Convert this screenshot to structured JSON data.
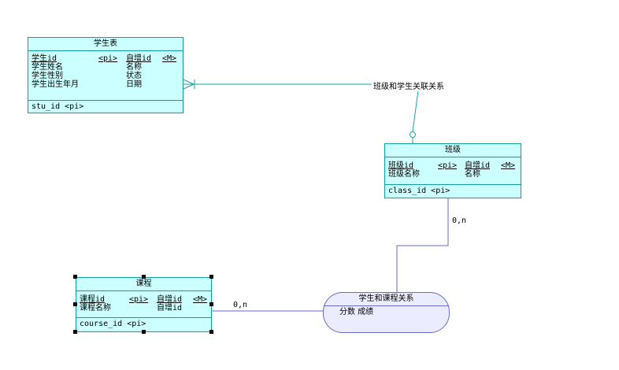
{
  "colors": {
    "entity_fill": "#ccffff",
    "entity_border": "#0e9e9e",
    "relation_fill": "#ececff",
    "relation_border": "#6a6ac8",
    "link_teal": "#1aa3a3",
    "link_blue": "#6a6ac8"
  },
  "student": {
    "title": "学生表",
    "rows": [
      {
        "a": "学生id",
        "b": "<pi>",
        "c": "自增id",
        "d": "<M>"
      },
      {
        "a": "学生姓名",
        "b": "",
        "c": "名称",
        "d": ""
      },
      {
        "a": "学生性别",
        "b": "",
        "c": "状态",
        "d": ""
      },
      {
        "a": "学生出生年月",
        "b": "",
        "c": "日期",
        "d": ""
      }
    ],
    "key": "stu_id  <pi>"
  },
  "clazz": {
    "title": "班级",
    "rows": [
      {
        "a": "班级id",
        "b": "<pi>",
        "c": "自增id",
        "d": "<M>"
      },
      {
        "a": "班级名称",
        "b": "",
        "c": "名称",
        "d": ""
      }
    ],
    "key": "class_id  <pi>"
  },
  "course": {
    "title": "课程",
    "rows": [
      {
        "a": "课程id",
        "b": "<pi>",
        "c": "自增id",
        "d": "<M>"
      },
      {
        "a": "课程名称",
        "b": "",
        "c": "自增id",
        "d": ""
      }
    ],
    "key": "course_id  <pi>"
  },
  "relation_class_student": {
    "label": "班级和学生关联关系"
  },
  "relation_student_course": {
    "title": "学生和课程关系",
    "attrs": "分数  成绩"
  },
  "cardinality": {
    "class_to_rel": "0,n",
    "course_to_rel": "0,n"
  }
}
